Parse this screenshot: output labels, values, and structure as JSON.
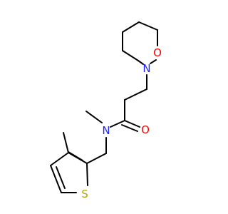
{
  "molecule": {
    "atoms": {
      "ring_oxygen": "O",
      "ring_nitrogen": "N",
      "amide_nitrogen": "N",
      "carbonyl_oxygen": "O",
      "thiophene_sulfur": "S"
    },
    "colors": {
      "bond": "#000000",
      "nitrogen": "#2222ff",
      "oxygen": "#ff0000",
      "sulfur": "#b2a600"
    }
  }
}
